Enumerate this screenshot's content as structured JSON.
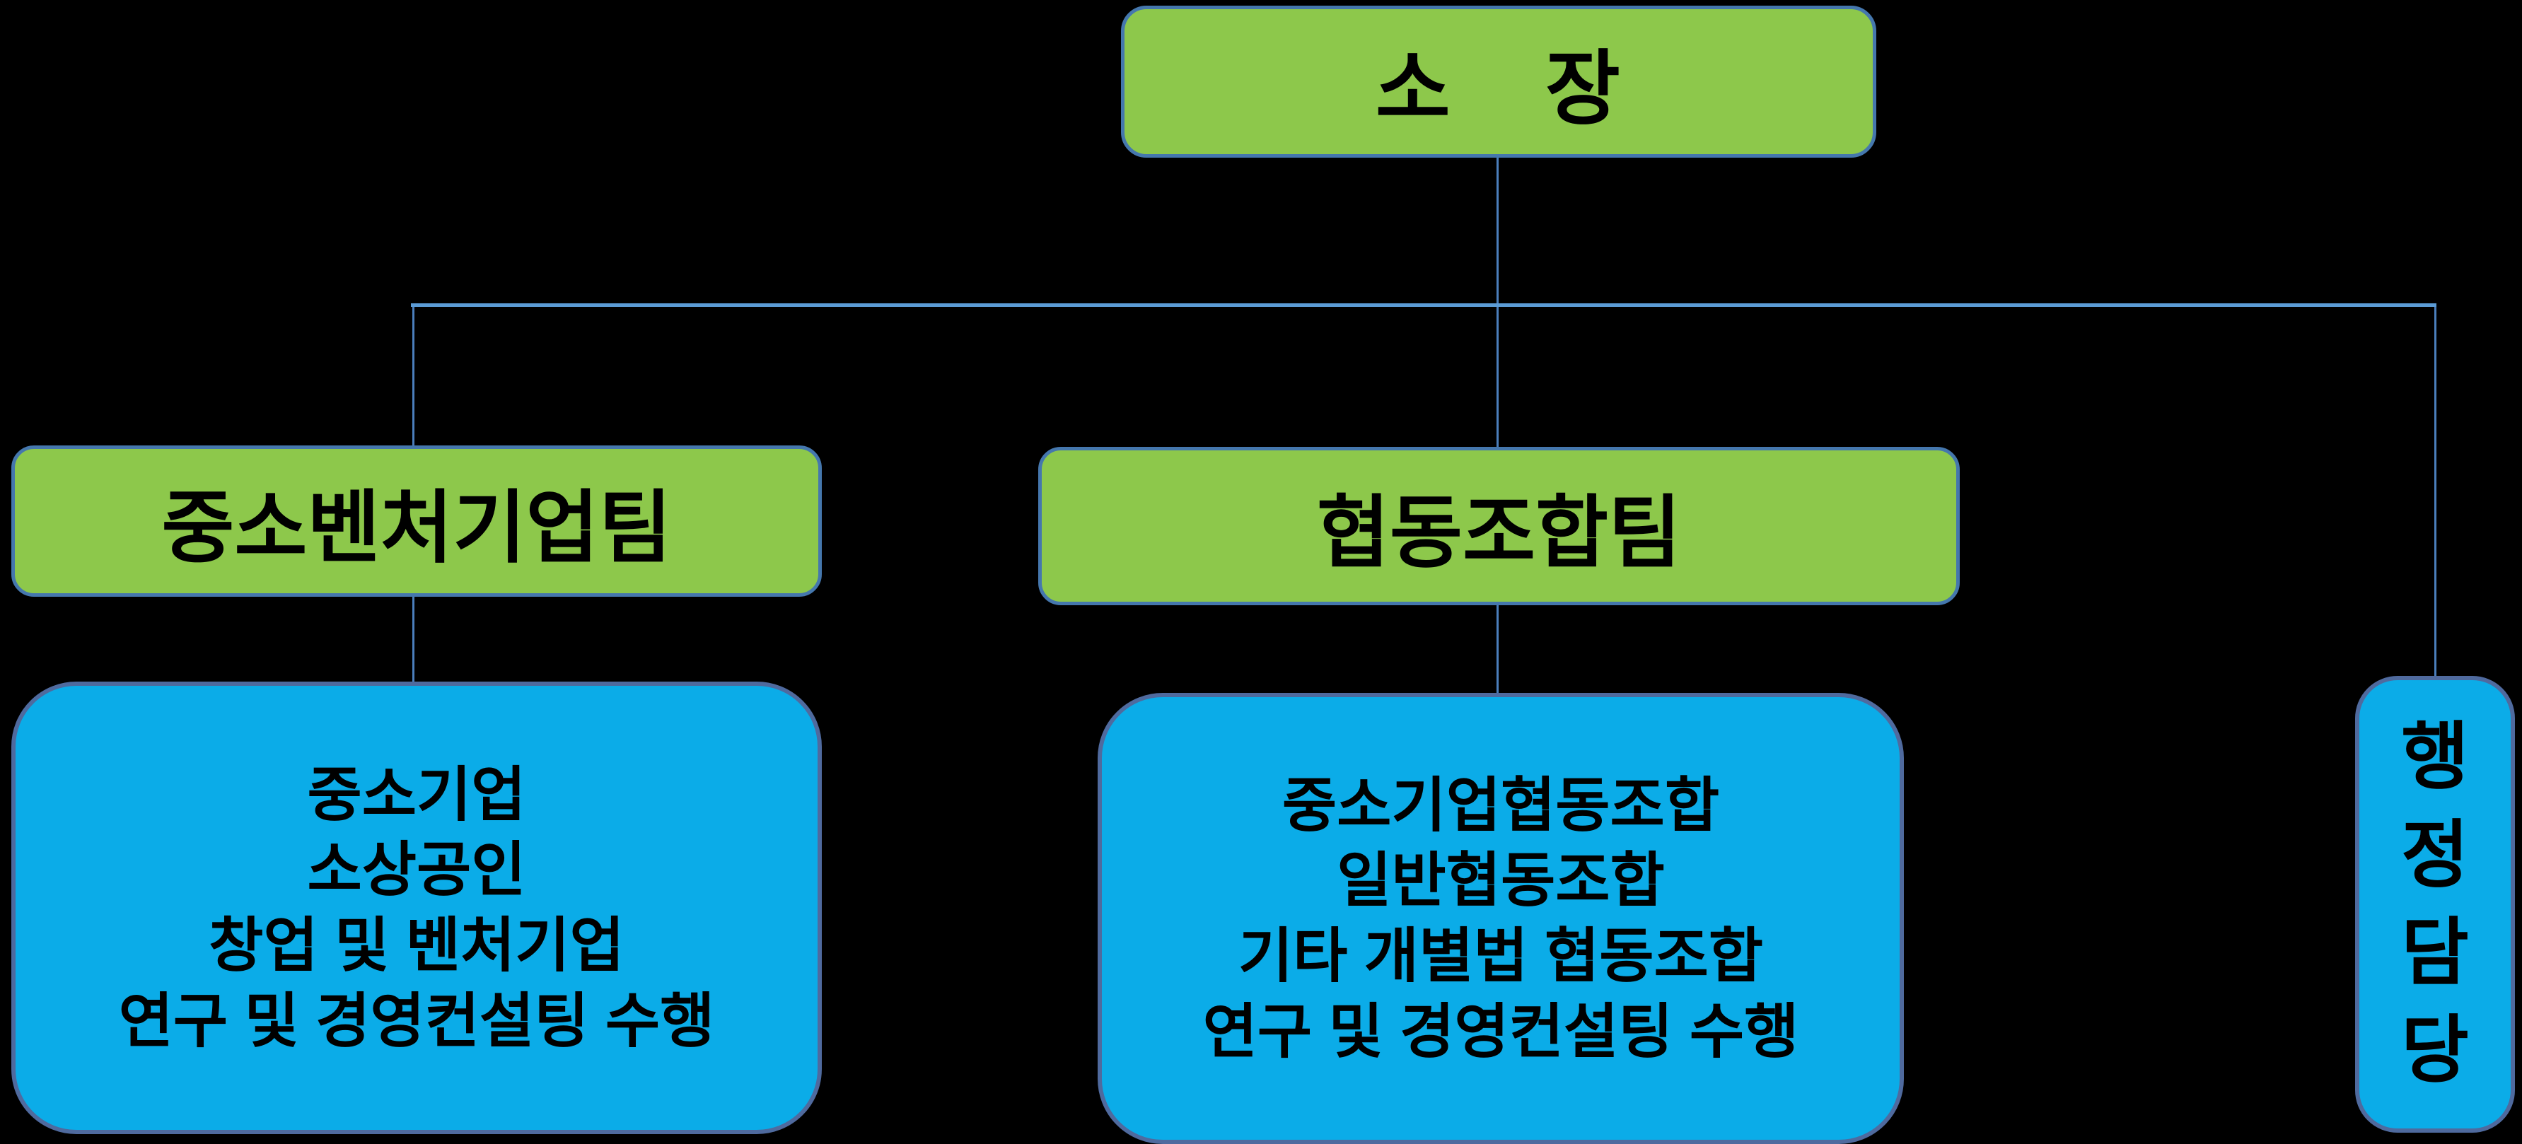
{
  "org": {
    "root": {
      "label": "소 장"
    },
    "teams": [
      {
        "label": "중소벤처기업팀",
        "duties": [
          "중소기업",
          "소상공인",
          "창업 및 벤처기업",
          "연구 및 경영컨설팅 수행"
        ]
      },
      {
        "label": "협동조합팀",
        "duties": [
          "중소기업협동조합",
          "일반협동조합",
          "기타 개별법 협동조합",
          "연구 및 경영컨설팅 수행"
        ]
      }
    ],
    "staff": {
      "label": "행정담당",
      "chars": [
        "행",
        "정",
        "담",
        "당"
      ]
    }
  },
  "colors": {
    "background": "#000000",
    "text": "#000000",
    "green": "#8DC84B",
    "green_border": "#4577AD",
    "blue": "#0BACE8",
    "blue_border": "#4F6A9E",
    "connector": "#5B9BD5",
    "connector_thin": "#4A7EBB"
  }
}
